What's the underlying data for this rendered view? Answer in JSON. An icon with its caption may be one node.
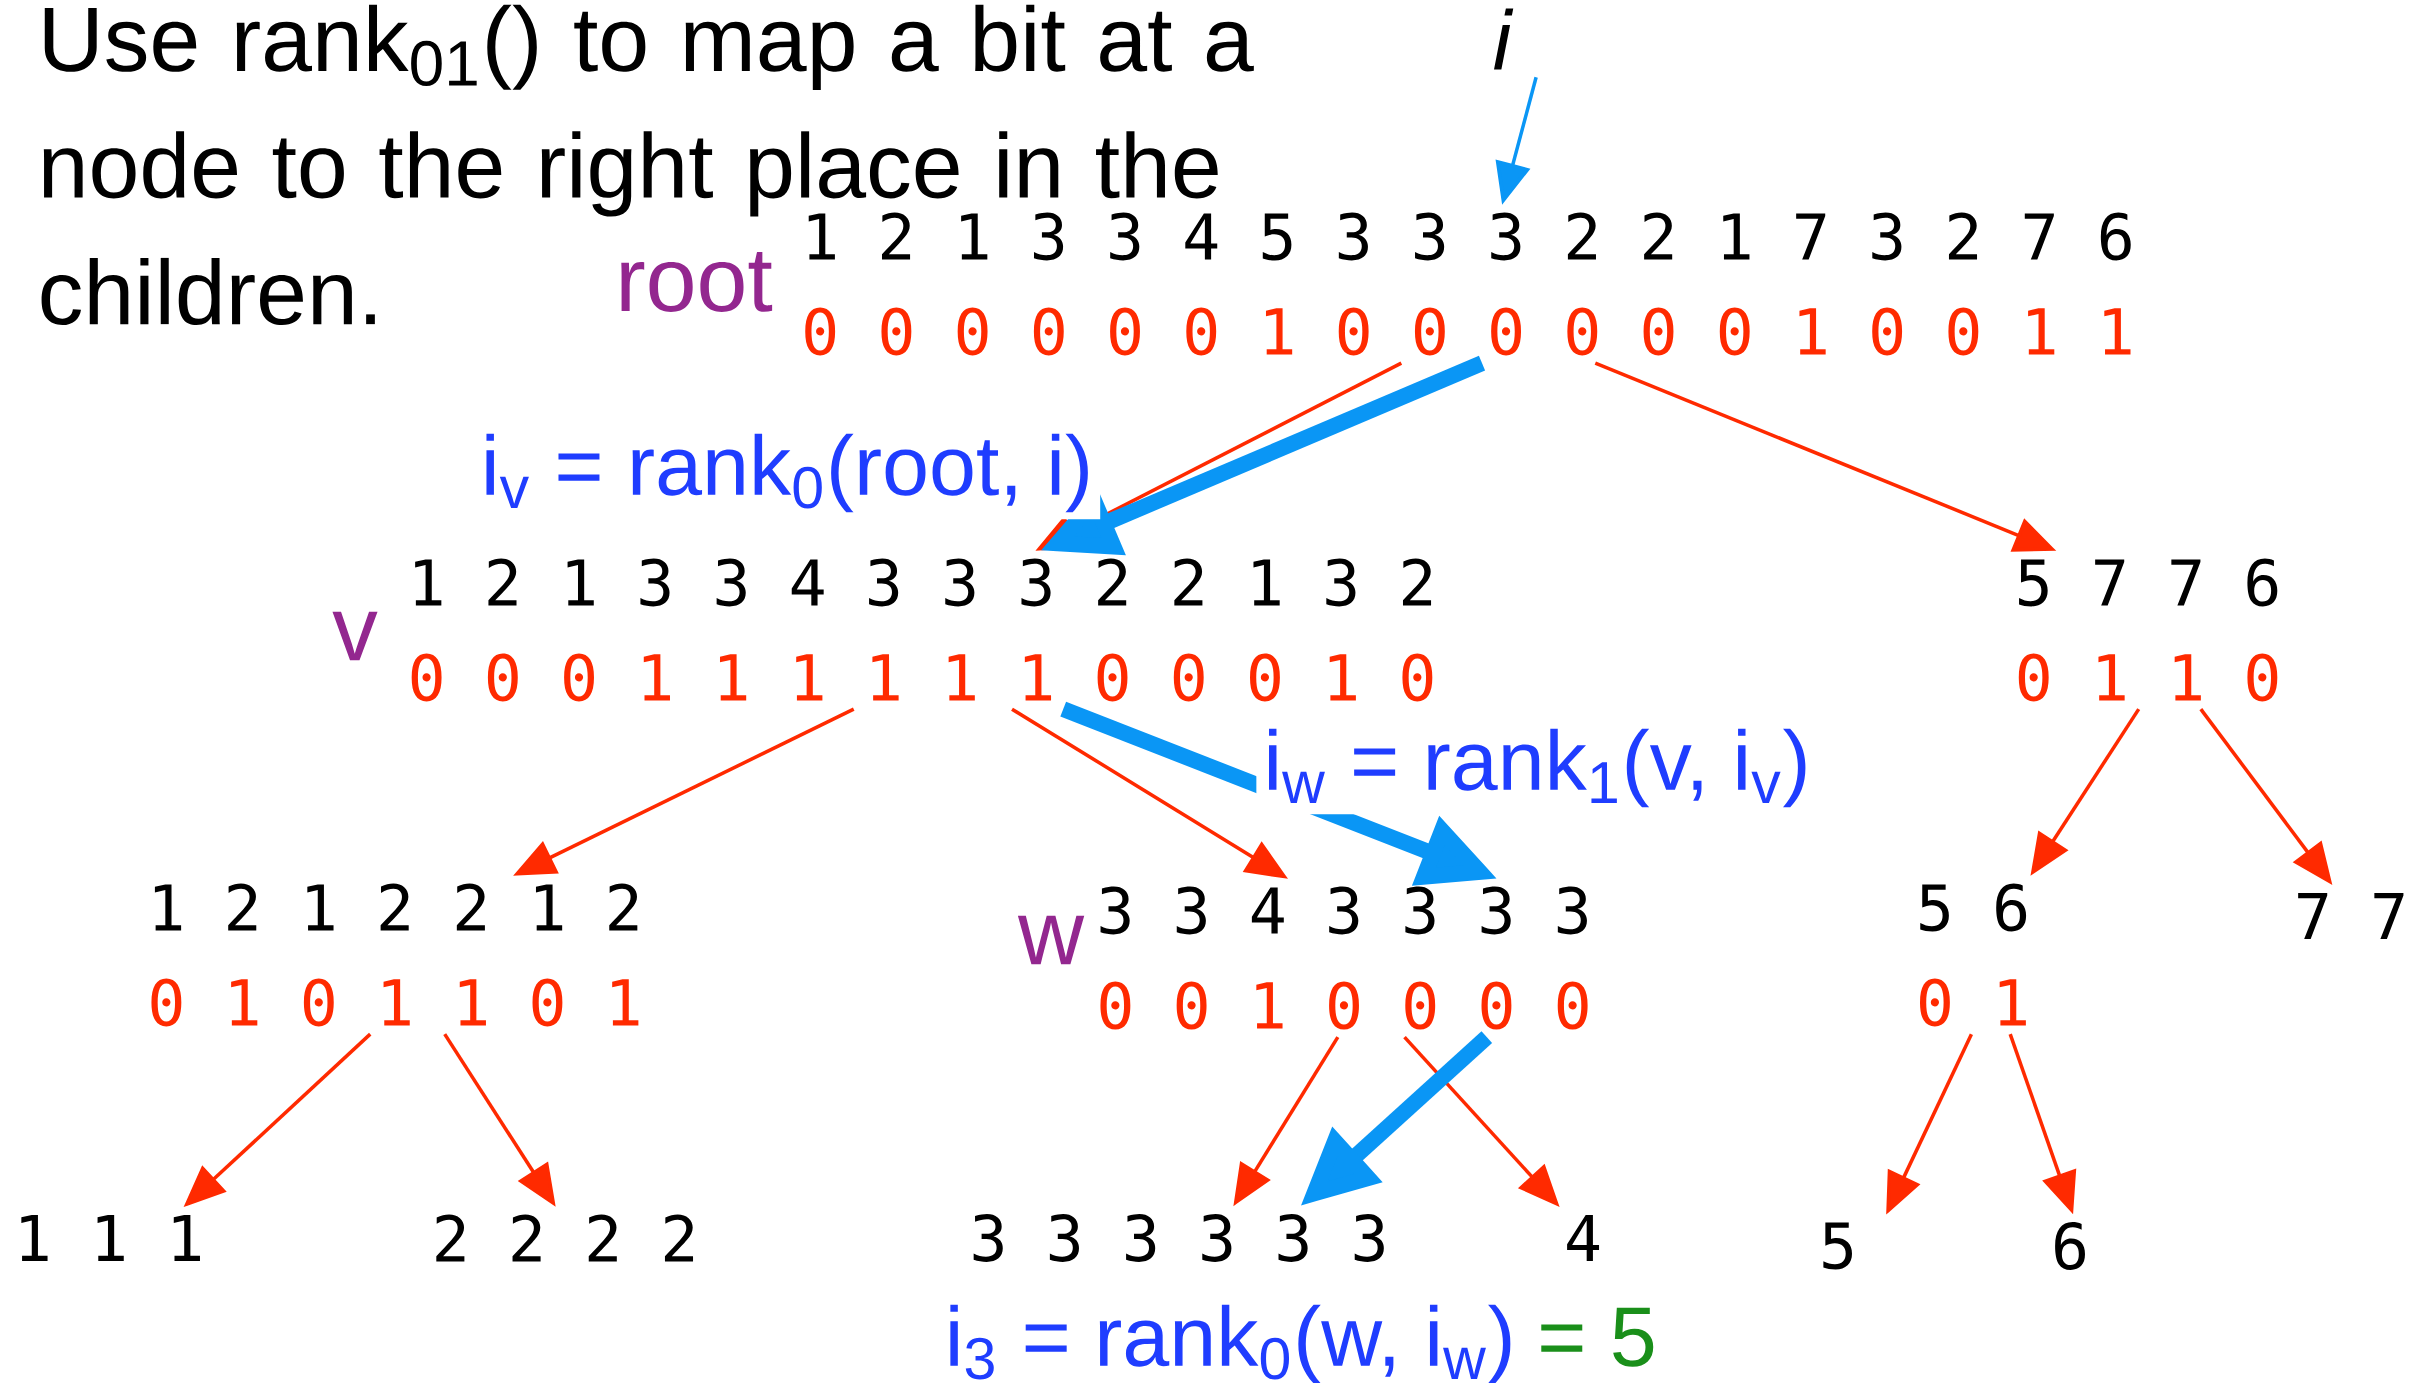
{
  "diagram": {
    "title": "Use rank$_{01}$() to map a bit at a node to the right place in the children.",
    "nodes": [
      {
        "text": [
          "i"
        ]
      },
      {
        "text": [
          "1 2 1 3 3 4 5 3 3 3 2 2 1 7 3 2 7 6",
          "0 0 0 0 0 0 1 0 0 0 0 0 0 1 0 0 1 1"
        ],
        "beside": [
          "root"
        ]
      },
      {
        "text": [
          "1 2 1 3 3 4 3 3 3 2 2 1 3 2",
          "0 0 0 1 1 1 1 1 1 0 0 0 1 0"
        ],
        "beside": [
          "v"
        ]
      },
      {
        "text": [
          "5 7 7 6",
          "0 1 1 0"
        ]
      },
      {
        "text": [
          "1 2 1 2 2 1 2",
          "0 1 0 1 1 0 1"
        ]
      },
      {
        "text": [
          "3 3 4 3 3 3 3",
          "0 0 1 0 0 0 0"
        ],
        "beside": [
          "w"
        ]
      },
      {
        "text": [
          "5 6",
          "0 1"
        ]
      },
      {
        "text": [
          "7 7"
        ]
      },
      {
        "text": [
          "1 1 1"
        ]
      },
      {
        "text": [
          "2 2 2 2"
        ]
      },
      {
        "text": [
          "3 3 3 3 3 3"
        ]
      },
      {
        "text": [
          "4"
        ]
      },
      {
        "text": [
          "5"
        ]
      },
      {
        "text": [
          "6"
        ]
      }
    ],
    "edges": [
      {
        "from": 0,
        "to": 1,
        "arrow": "to",
        "color": "#0a96f5"
      },
      {
        "from": 1,
        "to": 2,
        "arrow": "to"
      },
      {
        "from": 1,
        "to": 3,
        "arrow": "to"
      },
      {
        "from": 2,
        "to": 4,
        "arrow": "to"
      },
      {
        "from": 2,
        "to": 5,
        "arrow": "to"
      },
      {
        "from": 3,
        "to": 6,
        "arrow": "to"
      },
      {
        "from": 3,
        "to": 7,
        "arrow": "to"
      },
      {
        "from": 4,
        "to": 8,
        "arrow": "to"
      },
      {
        "from": 4,
        "to": 9,
        "arrow": "to"
      },
      {
        "from": 5,
        "to": 10,
        "arrow": "to"
      },
      {
        "from": 5,
        "to": 11,
        "arrow": "to"
      },
      {
        "from": 6,
        "to": 12,
        "arrow": "to"
      },
      {
        "from": 6,
        "to": 13,
        "arrow": "to"
      },
      {
        "from": 1,
        "to": 2,
        "arrow": "to",
        "style": "thick",
        "color": "#0a96f5",
        "label": "i$_{v}$ = rank$_{0}$(root, i)"
      },
      {
        "from": 2,
        "to": 5,
        "arrow": "to",
        "style": "thick",
        "color": "#0a96f5",
        "label": "i$_{w}$ = rank$_{1}$(v, i$_{v}$)"
      },
      {
        "from": 5,
        "to": 10,
        "arrow": "to",
        "style": "thick",
        "color": "#0a96f5",
        "label": "i$_{3}$ = rank$_{0}$(w, i$_{w}$)"
      }
    ],
    "labels": [
      "= 5"
    ]
  }
}
